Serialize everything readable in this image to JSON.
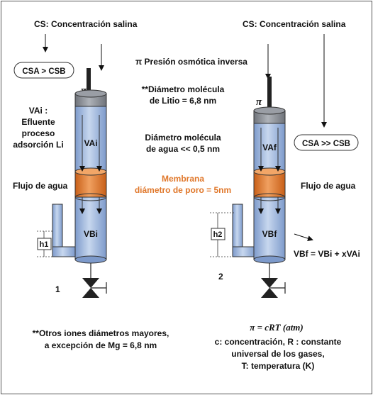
{
  "left": {
    "cs_label": "CS: Concentración salina",
    "cs_relation": "CSA > CSB",
    "pi_symbol": "π",
    "vai_note": [
      "VAi :",
      "Efluente",
      "proceso",
      "adsorción Li"
    ],
    "upper_label": "VAi",
    "lower_label": "VBi",
    "height_label": "h1",
    "flow_label": "Flujo de agua",
    "number": "1"
  },
  "right": {
    "cs_label": "CS: Concentración salina",
    "cs_relation": "CSA >> CSB",
    "pi_symbol": "π",
    "upper_label": "VAf",
    "lower_label": "VBf",
    "height_label": "h2",
    "flow_label": "Flujo de agua",
    "volume_equation": "VBf = VBi  + xVAi",
    "number": "2"
  },
  "center": {
    "pressure_label": "π Presión osmótica inversa",
    "lithium_note": [
      "**Diámetro molécula",
      "de Litio = 6,8 nm"
    ],
    "water_note": [
      "Diámetro molécula",
      "de agua << 0,5 nm"
    ],
    "membrane_note": [
      "Membrana",
      "diámetro de poro = 5nm"
    ]
  },
  "footer": {
    "ions_note": [
      "**Otros iones diámetros mayores,",
      "a excepción de Mg = 6,8 nm"
    ],
    "formula": "π = cRT (atm)",
    "legend": [
      "c: concentración, R : constante",
      "universal de los gases,",
      "T: temperatura (K)"
    ]
  },
  "colors": {
    "membrane": "#e0772a",
    "membrane_text": "#e0772a",
    "water_top": "#c9d9ef",
    "water_bottom": "#8eaad8",
    "piston": "#8b8f96",
    "rod": "#222222"
  }
}
